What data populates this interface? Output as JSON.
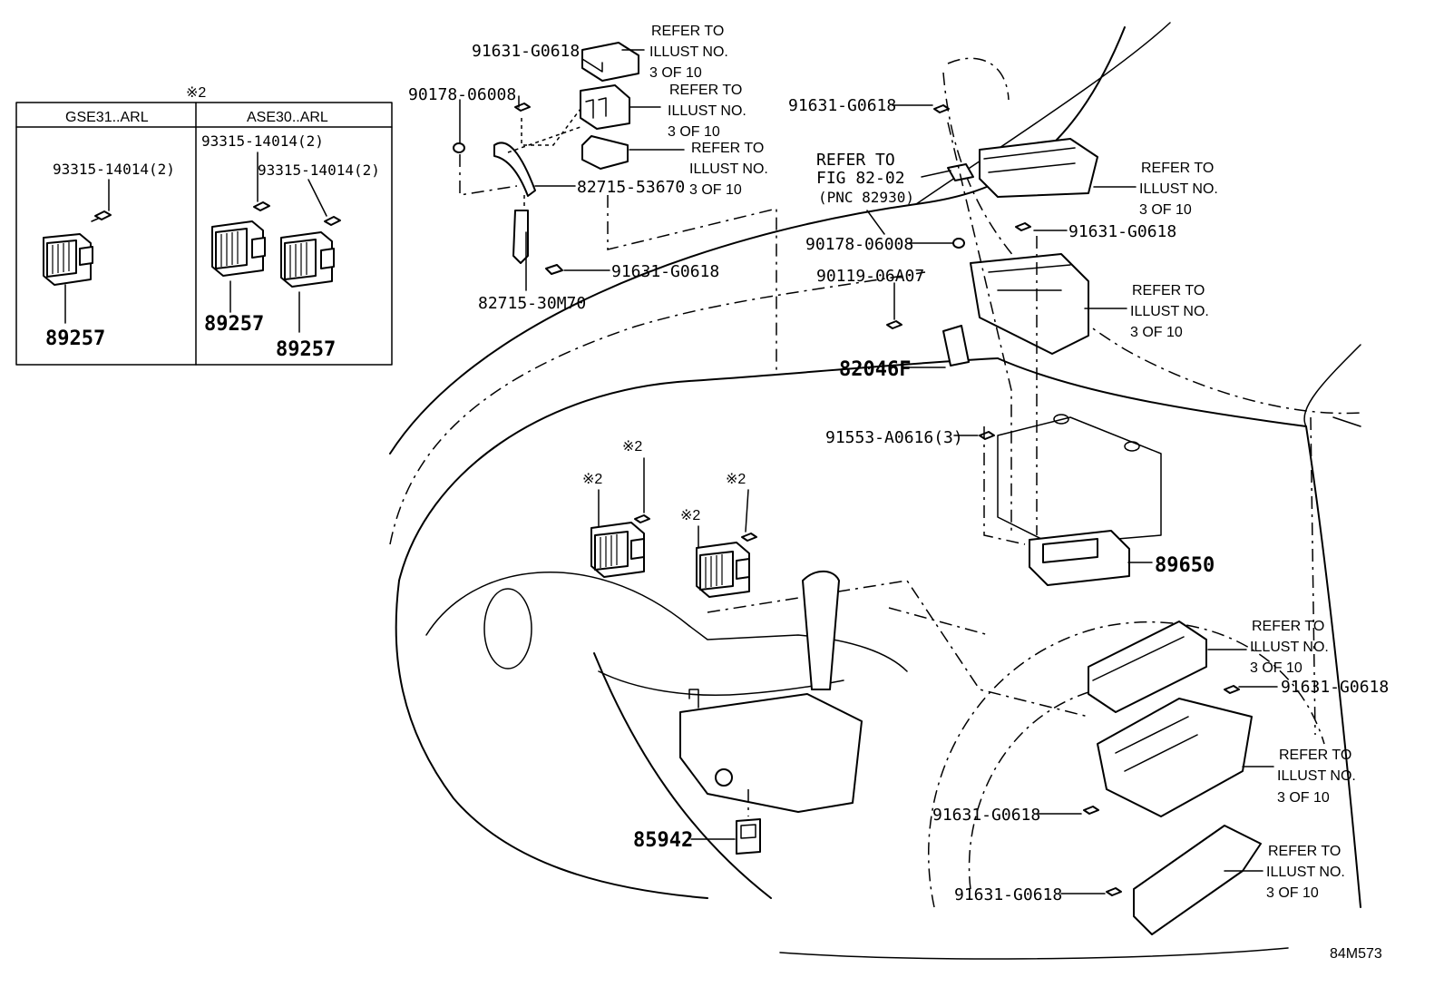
{
  "diagram": {
    "inset": {
      "note_mark": "※2",
      "columns": [
        "GSE31..ARL",
        "ASE30..ARL"
      ],
      "left": {
        "bolt": "93315-14014(2)",
        "part": "89257"
      },
      "right": {
        "bolt_a": "93315-14014(2)",
        "bolt_b": "93315-14014(2)",
        "part_a": "89257",
        "part_b": "89257"
      }
    },
    "refer": {
      "line1": "REFER TO",
      "line2": "ILLUST NO.",
      "line3": "3 OF 10"
    },
    "fig_refer": {
      "line1": "REFER TO",
      "line2": "FIG 82-02",
      "line3": "(PNC 82930)"
    },
    "labels": {
      "p91631_a": "91631-G0618",
      "p90178_a": "90178-06008",
      "p82715_53670": "82715-53670",
      "p91631_b": "91631-G0618",
      "p82715_30m70": "82715-30M70",
      "p91631_c": "91631-G0618",
      "p91631_d": "91631-G0618",
      "p90178_b": "90178-06008",
      "p90119": "90119-06A07",
      "p82046f": "82046F",
      "p91553": "91553-A0616(3)",
      "p89650": "89650",
      "p91631_e": "91631-G0618",
      "p91631_f": "91631-G0618",
      "p91631_g": "91631-G0618",
      "p85942": "85942",
      "note_a": "※2",
      "note_b": "※2",
      "note_c": "※2",
      "note_d": "※2"
    },
    "figure_code": "84M573"
  }
}
